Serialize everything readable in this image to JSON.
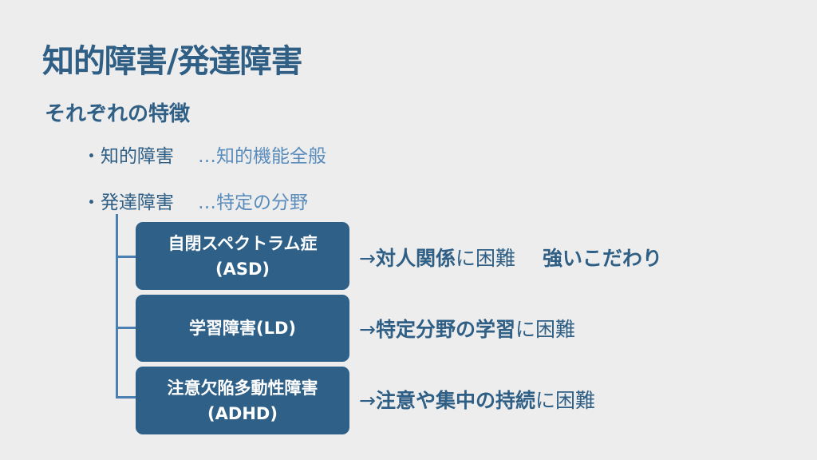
{
  "title": "知的障害/発達障害",
  "subtitle": "それぞれの特徴",
  "bullets": [
    {
      "label": "・知的障害",
      "note": "…知的機能全般"
    },
    {
      "label": "・発達障害",
      "note": "…特定の分野"
    }
  ],
  "categories": [
    {
      "name_line1": "自閉スペクトラム症",
      "name_line2": "(ASD)",
      "arrow": "→",
      "emphasis": "対人関係",
      "suffix": "に困難",
      "extra": "強いこだわり"
    },
    {
      "name_line1": "学習障害(LD)",
      "arrow": "→",
      "emphasis": "特定分野の学習",
      "suffix": "に困難"
    },
    {
      "name_line1": "注意欠陥多動性障害",
      "name_line2": "(ADHD)",
      "arrow": "→",
      "emphasis": "注意や集中の持続",
      "suffix": "に困難"
    }
  ],
  "colors": {
    "background": "#ededed",
    "primary": "#2f5f85",
    "accent": "#5a8cbc",
    "box": "#2f6088"
  }
}
